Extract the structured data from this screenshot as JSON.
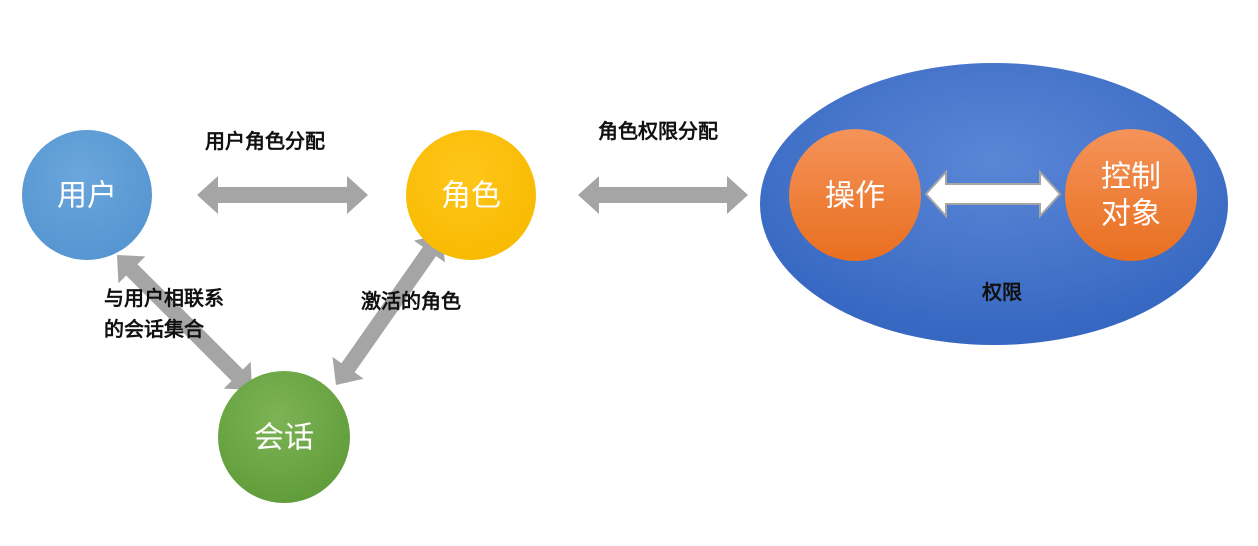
{
  "nodes": {
    "user": "用户",
    "role": "角色",
    "session": "会话",
    "operation": "操作",
    "object_line1": "控制",
    "object_line2": "对象"
  },
  "labels": {
    "user_role_assignment": "用户角色分配",
    "role_permission_assignment": "角色权限分配",
    "user_sessions": "与用户相联系\n的会话集合",
    "active_roles": "激活的角色",
    "permission": "权限"
  },
  "colors": {
    "user": "#5B9BD5",
    "role": "#FFC000",
    "session": "#70AD47",
    "permission_ellipse": "#4472C4",
    "inner_nodes": "#ED7D31",
    "arrow": "#A5A5A5"
  }
}
